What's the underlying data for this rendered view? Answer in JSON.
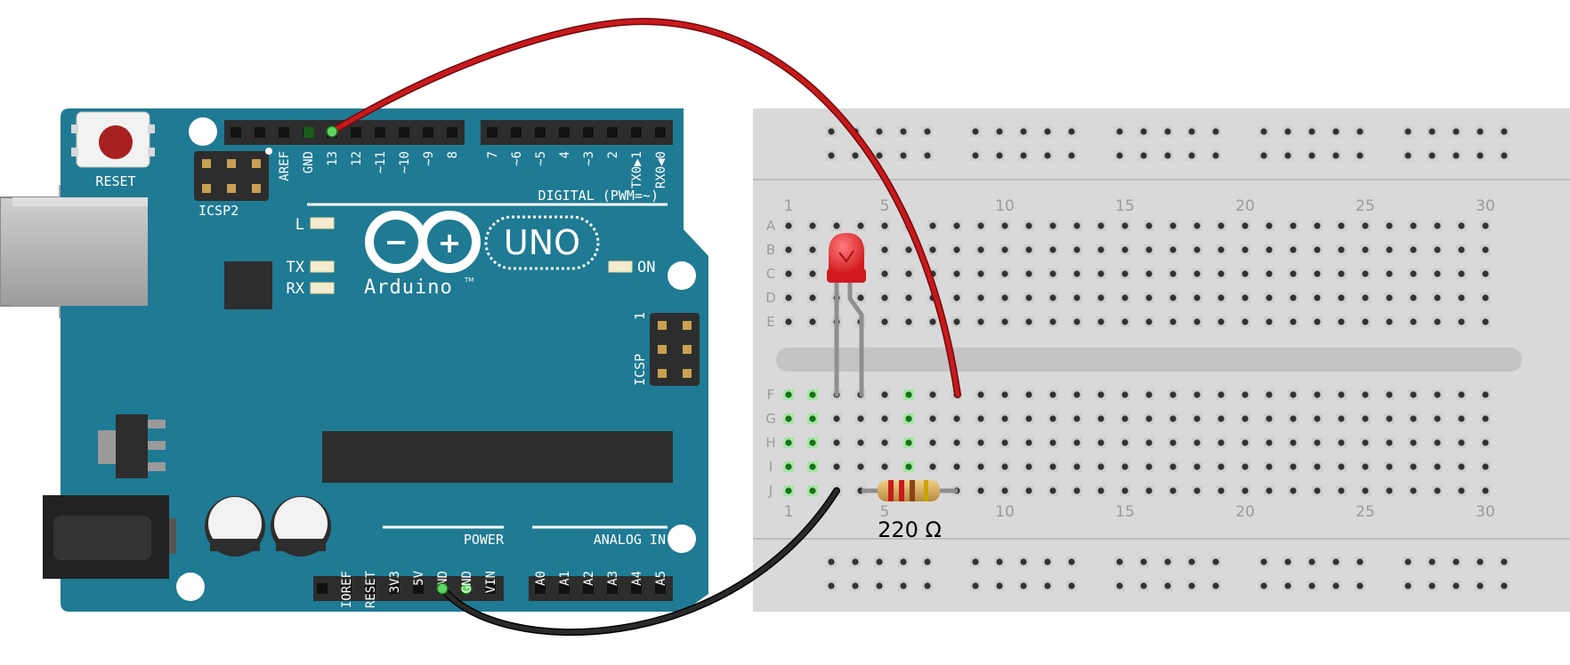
{
  "colors": {
    "board": "#1f7a93",
    "board_dark": "#145f74",
    "breadboard": "#d9d9d9",
    "header": "#2d2d2d",
    "wire_signal": "#c8191c",
    "wire_ground": "#1c1c1c",
    "led": "#e8262b",
    "hole_active": "#5fd35f"
  },
  "arduino": {
    "reset_label": "RESET",
    "icsp2_label": "ICSP2",
    "icsp_label": "ICSP",
    "icsp_pin1": "1",
    "l_label": "L",
    "tx_label": "TX",
    "rx_label": "RX",
    "on_label": "ON",
    "logo_minus": "−",
    "logo_plus": "+",
    "uno_label": "UNO",
    "brand_label": "Arduino",
    "trademark": "TM",
    "digital_label": "DIGITAL (PWM=~)",
    "power_label": "POWER",
    "analog_label": "ANALOG IN",
    "digital_pins_left": [
      "AREF",
      "GND",
      "13",
      "12",
      "~11",
      "~10",
      "~9",
      "8"
    ],
    "digital_pins_right": [
      "7",
      "~6",
      "~5",
      "4",
      "~3",
      "2",
      "TX0▶1",
      "RX0◀0"
    ],
    "power_pins": [
      "IOREF",
      "RESET",
      "3V3",
      "5V",
      "GND",
      "GND",
      "VIN"
    ],
    "analog_pins": [
      "A0",
      "A1",
      "A2",
      "A3",
      "A4",
      "A5"
    ]
  },
  "breadboard": {
    "row_labels_top": [
      "A",
      "B",
      "C",
      "D",
      "E"
    ],
    "row_labels_bottom": [
      "F",
      "G",
      "H",
      "I",
      "J"
    ],
    "column_numbers": [
      "1",
      "5",
      "10",
      "15",
      "20",
      "25",
      "30"
    ]
  },
  "components": {
    "resistor_label": "220 Ω"
  }
}
